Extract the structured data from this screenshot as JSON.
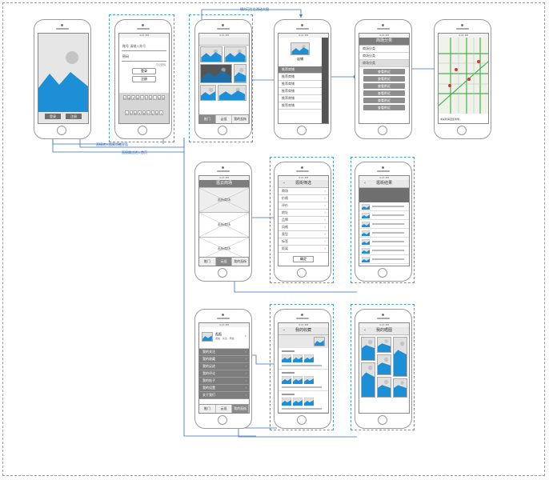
{
  "status_time": "4:21 PM",
  "annotations": {
    "top_link": "横向可左右滑动大图",
    "login_note": "直接进入搜索功能界面",
    "skip_note": "直接跳过进入首页"
  },
  "splash": {
    "buttons": [
      "登录",
      "注册"
    ]
  },
  "login": {
    "account_label": "账号",
    "account_value": "请输入账号",
    "password_label": "密码",
    "forgot": "忘记密码",
    "login_button": "登录",
    "register_button": "注册",
    "keyboard_rows": [
      "QWERTYUIOP",
      "ASDFGHJKL",
      "ZXCVBNM"
    ],
    "keyboard_bottom": [
      "123",
      "space",
      "Go"
    ]
  },
  "tabbar": {
    "tabs": [
      "推门",
      "云逛",
      "我的逛街"
    ]
  },
  "detail": {
    "store_title": "店铺",
    "menu_items": [
      "推荐商铺",
      "推荐商铺",
      "推荐商铺",
      "推荐商铺",
      "推荐商铺",
      "推荐商铺"
    ]
  },
  "category": {
    "header": "商场分类",
    "rows": [
      "商场分类",
      "商场分类",
      "商场分类"
    ],
    "buttons": [
      "查看附近",
      "查看附近",
      "查看附近",
      "查看附近",
      "查看附近",
      "查看附近"
    ]
  },
  "map": {
    "address": "中关村海淀区商场 ·"
  },
  "cloud_list": {
    "header": "逛云商场",
    "cells": [
      "逛街商场",
      "逛街商场",
      "逛街商场"
    ]
  },
  "filter": {
    "header": "逛街筛选",
    "rows": [
      "商场",
      "价格",
      "评价",
      "地址",
      "品牌",
      "风格",
      "类型",
      "标签",
      "距离"
    ],
    "confirm": "确定"
  },
  "results": {
    "header": "逛街结果"
  },
  "profile": {
    "name": "逛逛",
    "sub": "发帖 · 关注 · 粉丝",
    "menu": [
      "我的关注",
      "我的收藏",
      "我的足迹",
      "我的评论",
      "我的帖子",
      "我的设置",
      "关于我们"
    ]
  },
  "favorites": {
    "header": "我的收藏"
  },
  "waterfall": {
    "header": "我的晒图"
  }
}
